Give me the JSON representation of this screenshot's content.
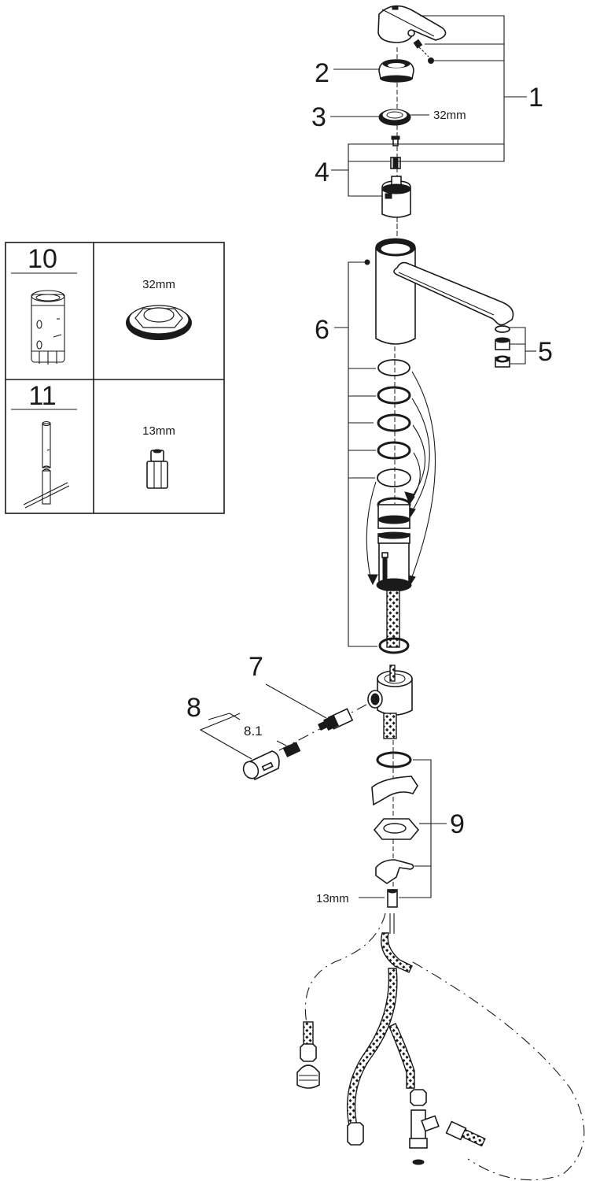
{
  "diagram": {
    "title": "Faucet exploded view spare parts diagram",
    "callouts": [
      {
        "id": "1",
        "label": "1",
        "part": "lever handle assembly"
      },
      {
        "id": "2",
        "label": "2",
        "part": "cover cap"
      },
      {
        "id": "3",
        "label": "3",
        "part": "cartridge nut",
        "size": "32mm"
      },
      {
        "id": "4",
        "label": "4",
        "part": "cartridge with screw and adapter"
      },
      {
        "id": "5",
        "label": "5",
        "part": "aerator set"
      },
      {
        "id": "6",
        "label": "6",
        "part": "body with seals and pull-out"
      },
      {
        "id": "7",
        "label": "7",
        "part": "check valve"
      },
      {
        "id": "8",
        "label": "8",
        "part": "shut-off cap"
      },
      {
        "id": "8.1",
        "label": "8.1",
        "part": "shut-off insert"
      },
      {
        "id": "9",
        "label": "9",
        "part": "fixing set",
        "size": "13mm"
      }
    ],
    "tools_panel": {
      "rows": [
        {
          "number": "10",
          "tool": "socket wrench",
          "size_label": "32mm"
        },
        {
          "number": "11",
          "tool": "tube wrench",
          "size_label": "13mm"
        }
      ]
    }
  }
}
